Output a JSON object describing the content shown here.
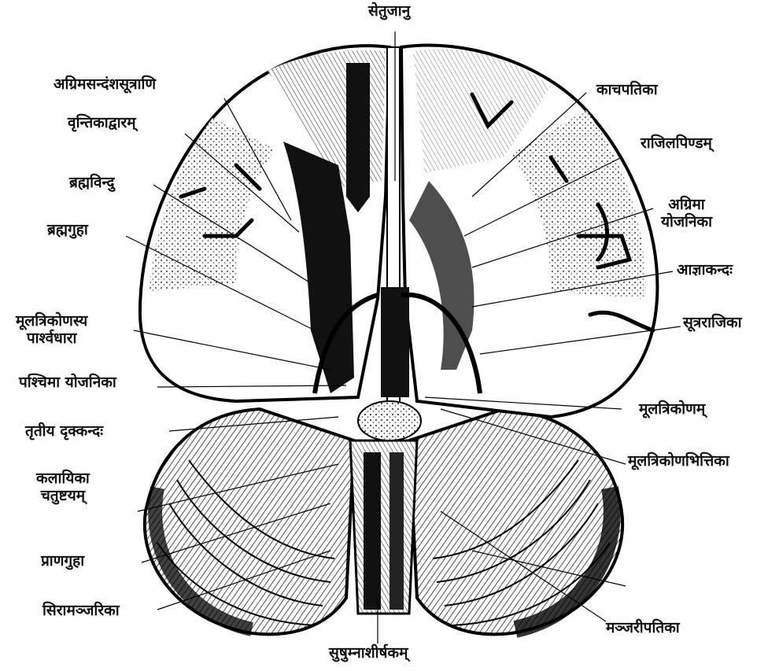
{
  "labels": {
    "setujanu": "सेतुजानु",
    "agrimasandamsasutrani": "अग्रिमसन्दंशसूत्राणि",
    "vrntikadvaram": "वृन्तिकाद्वारम्",
    "brahmavindu": "ब्रह्मविन्दु",
    "brahmaguha": "ब्रह्मगुहा",
    "mulatrikonasya": "मूलत्रिकोणस्य",
    "parsvadhara": "पार्श्वधारा",
    "pascima_yojanika": "पश्चिमा योजनिका",
    "trtiya_drkkandah": "तृतीय दृक्कन्दः",
    "kalayika": "कलायिका",
    "catustayam": "चतुष्टयम्",
    "pranaguha": "प्राणगुहा",
    "siramanjarika": "सिरामञ्जरिका",
    "susumnasirsakam": "सुषुम्नाशीर्षकम्",
    "kacapatika": "काचपतिका",
    "rajilapindam": "राजिलपिण्डम्",
    "agrima": "अग्रिमा",
    "yojanika": "योजनिका",
    "ajnakandah": "आज्ञाकन्दः",
    "sutrarajika": "सूत्रराजिका",
    "mulatrikonam": "मूलत्रिकोणम्",
    "mulatrikonabhittika": "मूलत्रिकोणभित्तिका",
    "manjaripatika": "मञ्जरीपतिका"
  }
}
